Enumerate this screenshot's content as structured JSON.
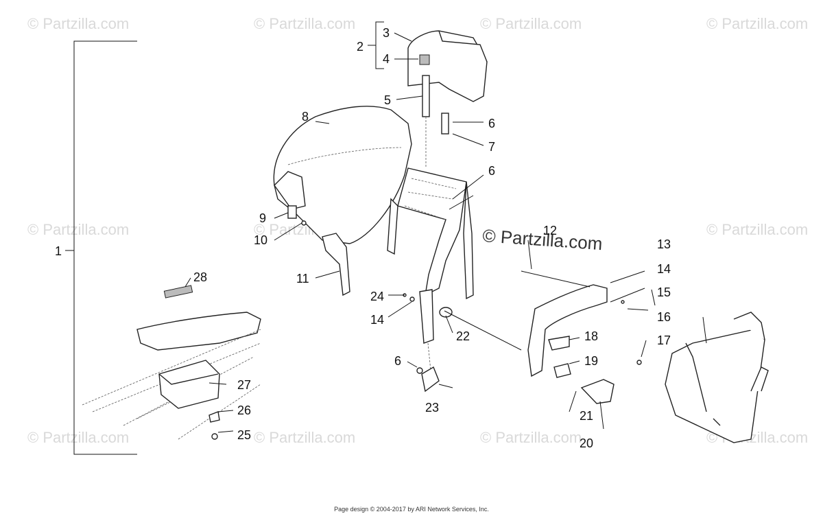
{
  "watermark": "© Partzilla.com",
  "footer_text": "Page design © 2004-2017 by ARI Network Services, Inc.",
  "callouts": [
    "1",
    "2",
    "3",
    "4",
    "5",
    "6",
    "7",
    "8",
    "6",
    "9",
    "10",
    "11",
    "12",
    "13",
    "14",
    "15",
    "16",
    "17",
    "18",
    "19",
    "20",
    "21",
    "22",
    "23",
    "24",
    "14",
    "6",
    "25",
    "26",
    "27",
    "28"
  ]
}
